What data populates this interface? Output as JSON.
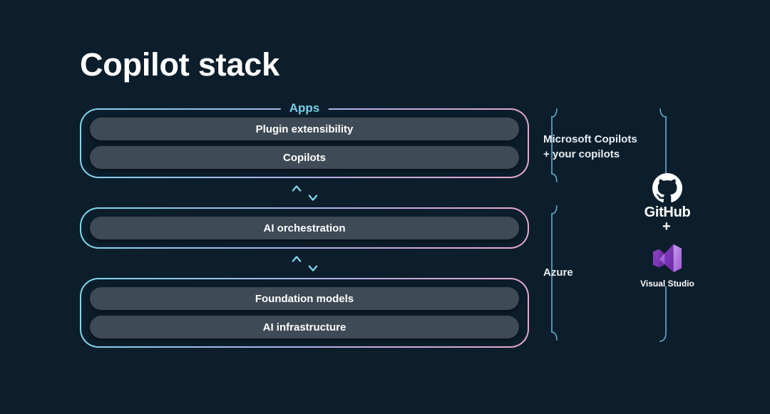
{
  "slide": {
    "title": "Copilot stack",
    "background_color": "#0c1e2c"
  },
  "colors": {
    "background": "#0c1e2c",
    "pill_fill": "#3e4a55",
    "border_gradient_start": "#7fd8ec",
    "border_gradient_end": "#e8a6cf",
    "label_cyan": "#74cfe6",
    "brace_blue": "#5fa6c4",
    "text_white": "#ffffff",
    "vs_purple": "#9b4fd6",
    "vs_purple_light": "#b07ae0"
  },
  "stack": {
    "groups": [
      {
        "id": "apps",
        "label": "Apps",
        "has_label": true,
        "rows": [
          {
            "label": "Plugin extensibility"
          },
          {
            "label": "Copilots"
          }
        ]
      },
      {
        "id": "orchestration",
        "label": "",
        "has_label": false,
        "rows": [
          {
            "label": "AI orchestration"
          }
        ]
      },
      {
        "id": "foundation",
        "label": "",
        "has_label": false,
        "rows": [
          {
            "label": "Foundation models"
          },
          {
            "label": "AI infrastructure"
          }
        ]
      }
    ],
    "connectors": [
      {
        "id": "connector-apps-orchestration",
        "up": "↑",
        "down": "↓"
      },
      {
        "id": "connector-orchestration-foundation",
        "up": "↑",
        "down": "↓"
      }
    ]
  },
  "annotations": [
    {
      "id": "microsoft-copilots",
      "line1": "Microsoft Copilots",
      "line2": "+ your copilots"
    },
    {
      "id": "azure",
      "line1": "Azure",
      "line2": ""
    }
  ],
  "tools": {
    "github": {
      "name": "GitHub",
      "icon": "github-octocat-icon"
    },
    "plus": "+",
    "visual_studio": {
      "name": "Visual Studio",
      "icon": "visual-studio-icon"
    }
  }
}
